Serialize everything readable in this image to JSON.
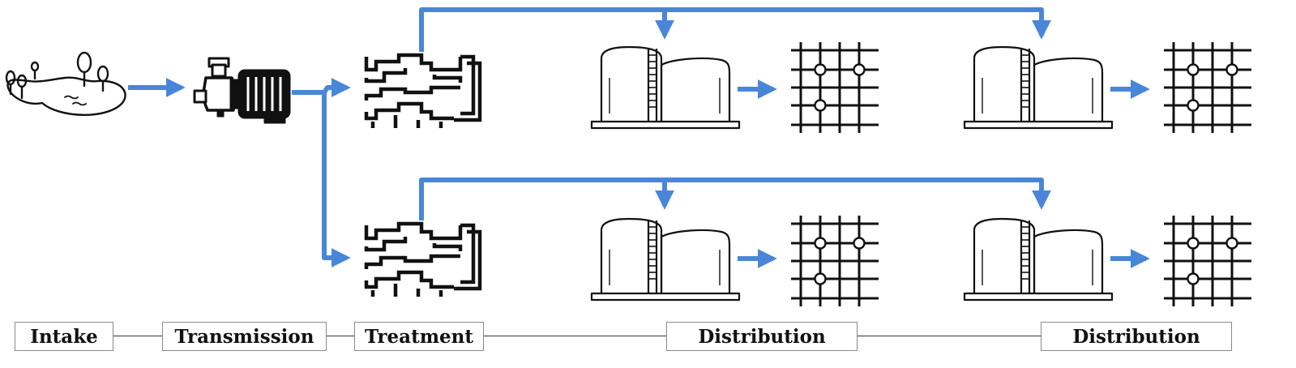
{
  "colors": {
    "flow": "#4a86d8",
    "icon": "#111111"
  },
  "stages": [
    "Intake",
    "Transmission",
    "Treatment",
    "Distribution",
    "Distribution"
  ],
  "icons": {
    "source": "lake-with-trees-icon",
    "pump": "pump-icon",
    "treatment": "treatment-plant-icon",
    "storage": "storage-tank-icon",
    "network": "pipe-network-grid-icon"
  }
}
